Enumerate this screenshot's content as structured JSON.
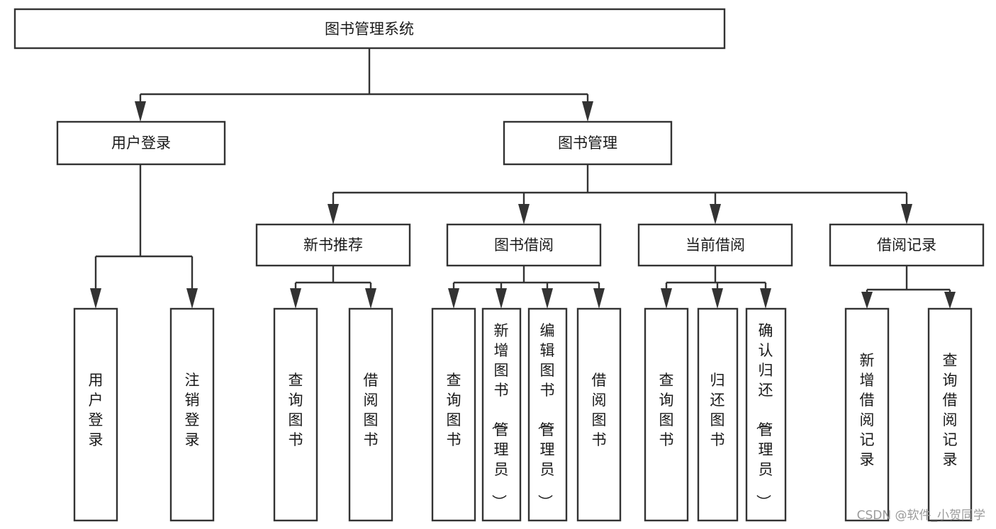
{
  "diagram": {
    "type": "tree-hierarchy-chart",
    "root": {
      "id": "root",
      "label": "图书管理系统",
      "orientation": "horizontal"
    },
    "level2": [
      {
        "id": "user-login",
        "label": "用户登录",
        "orientation": "horizontal"
      },
      {
        "id": "book-management",
        "label": "图书管理",
        "orientation": "horizontal"
      }
    ],
    "level3": [
      {
        "id": "new-book-recommend",
        "label": "新书推荐",
        "orientation": "horizontal",
        "parent": "book-management"
      },
      {
        "id": "book-borrow",
        "label": "图书借阅",
        "orientation": "horizontal",
        "parent": "book-management"
      },
      {
        "id": "current-borrow",
        "label": "当前借阅",
        "orientation": "horizontal",
        "parent": "book-management"
      },
      {
        "id": "borrow-record",
        "label": "借阅记录",
        "orientation": "horizontal",
        "parent": "book-management"
      }
    ],
    "leaves": [
      {
        "id": "leaf-user-login",
        "label": "用户登录",
        "orientation": "vertical",
        "parent": "user-login"
      },
      {
        "id": "leaf-logout-login",
        "label": "注销登录",
        "orientation": "vertical",
        "parent": "user-login"
      },
      {
        "id": "leaf-query-book-1",
        "label": "查询图书",
        "orientation": "vertical",
        "parent": "new-book-recommend"
      },
      {
        "id": "leaf-borrow-book-1",
        "label": "借阅图书",
        "orientation": "vertical",
        "parent": "new-book-recommend"
      },
      {
        "id": "leaf-query-book-2",
        "label": "查询图书",
        "orientation": "vertical",
        "parent": "book-borrow"
      },
      {
        "id": "leaf-add-book",
        "label": "新增图书（管理员）",
        "orientation": "vertical",
        "parent": "book-borrow"
      },
      {
        "id": "leaf-edit-book",
        "label": "编辑图书（管理员）",
        "orientation": "vertical",
        "parent": "book-borrow"
      },
      {
        "id": "leaf-borrow-book-2",
        "label": "借阅图书",
        "orientation": "vertical",
        "parent": "book-borrow"
      },
      {
        "id": "leaf-query-book-3",
        "label": "查询图书",
        "orientation": "vertical",
        "parent": "current-borrow"
      },
      {
        "id": "leaf-return-book",
        "label": "归还图书",
        "orientation": "vertical",
        "parent": "current-borrow"
      },
      {
        "id": "leaf-confirm-return",
        "label": "确认归还（管理员）",
        "orientation": "vertical",
        "parent": "current-borrow"
      },
      {
        "id": "leaf-add-borrow-record",
        "label": "新增借阅记录",
        "orientation": "vertical",
        "parent": "borrow-record"
      },
      {
        "id": "leaf-query-borrow-record",
        "label": "查询借阅记录",
        "orientation": "vertical",
        "parent": "borrow-record"
      }
    ]
  },
  "watermark": {
    "text": "CSDN @软件_小贺同学"
  },
  "colors": {
    "box_stroke": "#333333",
    "box_fill": "#ffffff",
    "text": "#1a1a1a",
    "watermark": "#9a9a9a",
    "background": "#ffffff"
  }
}
